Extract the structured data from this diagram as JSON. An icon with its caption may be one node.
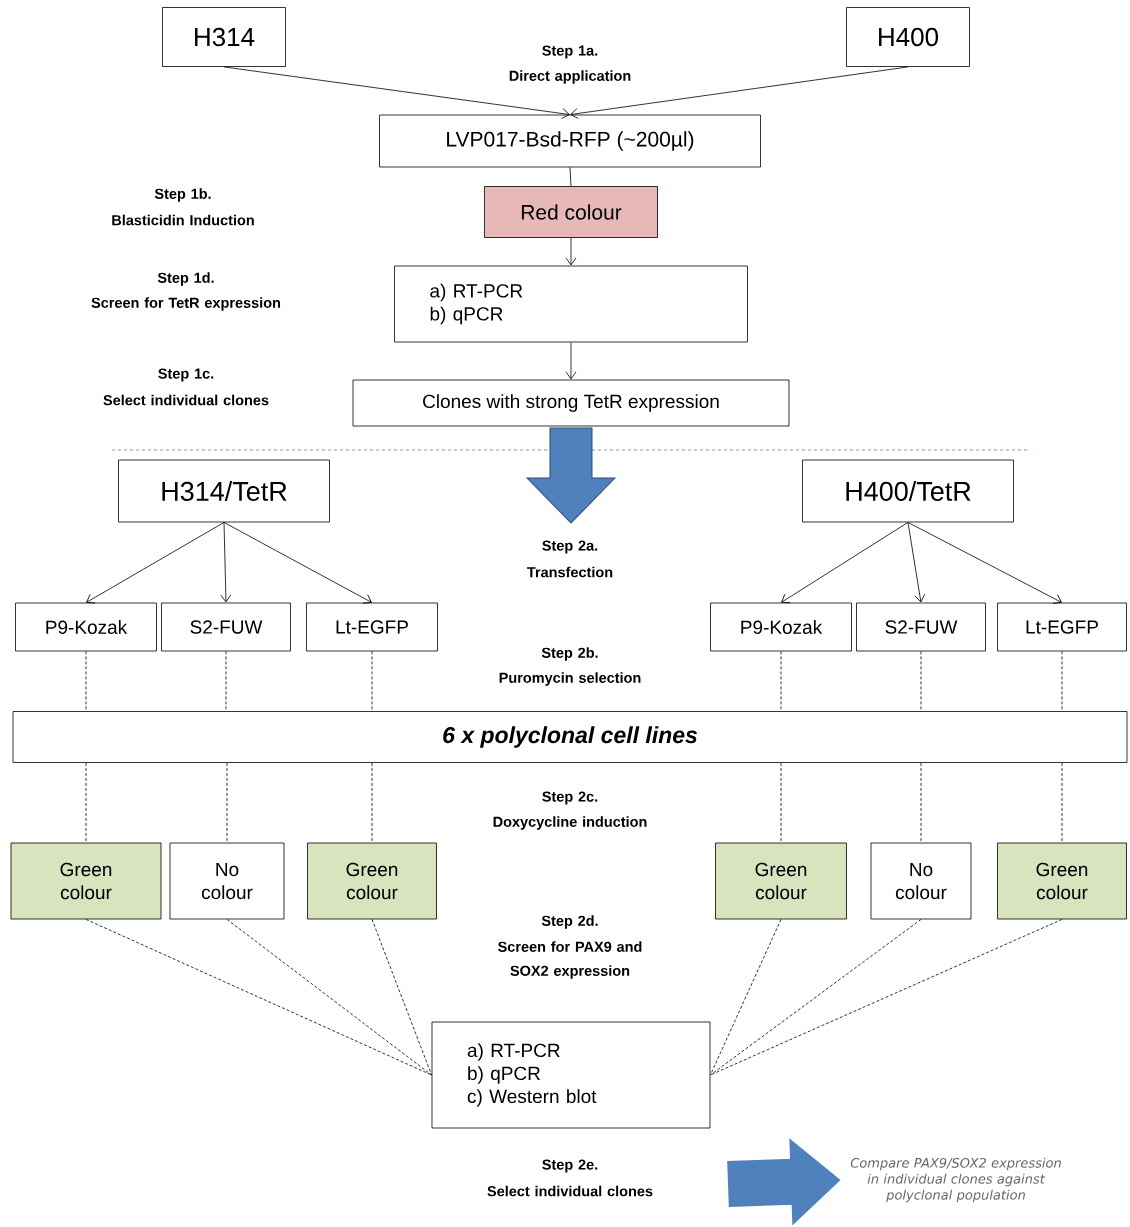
{
  "diagram": {
    "nodes": [
      {
        "text": [
          "H314"
        ]
      },
      {
        "text": [
          "H400"
        ]
      },
      {
        "text": [
          "LVP017-Bsd-RFP (~200µl)"
        ]
      },
      {
        "text": [
          "Red colour"
        ]
      },
      {
        "text": [
          "a) RT-PCR",
          "b) qPCR"
        ]
      },
      {
        "text": [
          "Clones with strong TetR expression"
        ]
      },
      {
        "text": [
          "H314/TetR"
        ]
      },
      {
        "text": [
          "H400/TetR"
        ]
      },
      {
        "text": [
          "P9-Kozak"
        ]
      },
      {
        "text": [
          "S2-FUW"
        ]
      },
      {
        "text": [
          "Lt-EGFP"
        ]
      },
      {
        "text": [
          "P9-Kozak"
        ]
      },
      {
        "text": [
          "S2-FUW"
        ]
      },
      {
        "text": [
          "Lt-EGFP"
        ]
      },
      {
        "text": [
          "6 x polyclonal cell lines"
        ]
      },
      {
        "text": [
          "Green colour"
        ]
      },
      {
        "text": [
          "No colour"
        ]
      },
      {
        "text": [
          "Green colour"
        ]
      },
      {
        "text": [
          "Green colour"
        ]
      },
      {
        "text": [
          "No colour"
        ]
      },
      {
        "text": [
          "Green colour"
        ]
      },
      {
        "text": [
          "a) RT-PCR",
          "b) qPCR",
          "c) Western blot"
        ]
      },
      {
        "text": [
          "Compare PAX9/SOX2 expression in individual clones against polyclonal population"
        ]
      }
    ],
    "edges": [
      {
        "from": 0,
        "to": 2,
        "arrow": "to"
      },
      {
        "from": 1,
        "to": 2,
        "arrow": "to"
      },
      {
        "from": 2,
        "to": 3,
        "arrow": "none"
      },
      {
        "from": 3,
        "to": 4,
        "arrow": "to"
      },
      {
        "from": 4,
        "to": 5,
        "arrow": "to"
      },
      {
        "from": 6,
        "to": 8,
        "arrow": "to"
      },
      {
        "from": 6,
        "to": 9,
        "arrow": "to"
      },
      {
        "from": 6,
        "to": 10,
        "arrow": "to"
      },
      {
        "from": 7,
        "to": 11,
        "arrow": "to"
      },
      {
        "from": 7,
        "to": 12,
        "arrow": "to"
      },
      {
        "from": 7,
        "to": 13,
        "arrow": "to"
      },
      {
        "from": 8,
        "to": 14,
        "arrow": "none",
        "style": "dashed"
      },
      {
        "from": 9,
        "to": 14,
        "arrow": "none",
        "style": "dashed"
      },
      {
        "from": 10,
        "to": 14,
        "arrow": "none",
        "style": "dashed"
      },
      {
        "from": 11,
        "to": 14,
        "arrow": "none",
        "style": "dashed"
      },
      {
        "from": 12,
        "to": 14,
        "arrow": "none",
        "style": "dashed"
      },
      {
        "from": 13,
        "to": 14,
        "arrow": "none",
        "style": "dashed"
      },
      {
        "from": 14,
        "to": 15,
        "arrow": "none",
        "style": "dashed"
      },
      {
        "from": 14,
        "to": 16,
        "arrow": "none",
        "style": "dashed"
      },
      {
        "from": 14,
        "to": 17,
        "arrow": "none",
        "style": "dashed"
      },
      {
        "from": 14,
        "to": 18,
        "arrow": "none",
        "style": "dashed"
      },
      {
        "from": 14,
        "to": 19,
        "arrow": "none",
        "style": "dashed"
      },
      {
        "from": 14,
        "to": 20,
        "arrow": "none",
        "style": "dashed"
      },
      {
        "from": 15,
        "to": 21,
        "arrow": "none",
        "style": "dashed"
      },
      {
        "from": 16,
        "to": 21,
        "arrow": "none",
        "style": "dashed"
      },
      {
        "from": 17,
        "to": 21,
        "arrow": "none",
        "style": "dashed"
      },
      {
        "from": 18,
        "to": 21,
        "arrow": "none",
        "style": "dashed"
      },
      {
        "from": 19,
        "to": 21,
        "arrow": "none",
        "style": "dashed"
      },
      {
        "from": 20,
        "to": 21,
        "arrow": "none",
        "style": "dashed"
      },
      {
        "from": null,
        "to": 22,
        "arrow": "to",
        "style": "thick",
        "color": "#4f81bd"
      }
    ],
    "labels": [
      "Step 1a.",
      "Direct application",
      "Step 1b.",
      "Blasticidin Induction",
      "Step 1d.",
      "Screen for TetR expression",
      "Step 1c.",
      "Select individual clones",
      "Step 2a.",
      "Transfection",
      "Step 2b.",
      "Puromycin selection",
      "Step 2c.",
      "Doxycycline induction",
      "Step 2d.",
      "Screen for PAX9 and SOX2 expression",
      "Step 2e.",
      "Select individual clones"
    ]
  }
}
